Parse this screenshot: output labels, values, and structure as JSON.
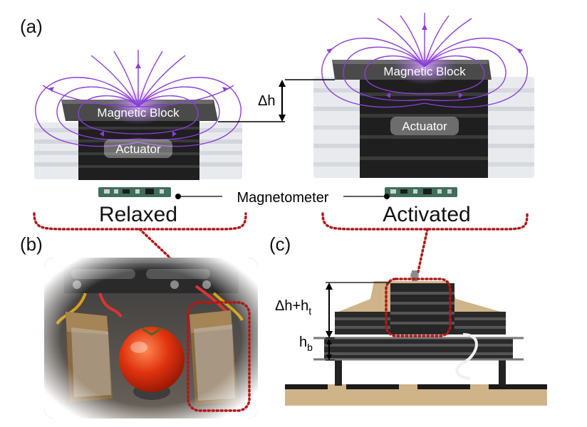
{
  "labels": {
    "panel_a": "(a)",
    "panel_b": "(b)",
    "panel_c": "(c)",
    "magnetic_block": "Magnetic Block",
    "actuator": "Actuator",
    "delta_h": "Δh",
    "magnetometer": "Magnetometer",
    "relaxed": "Relaxed",
    "activated": "Activated",
    "dh_plus_ht_main": "Δh+h",
    "dh_plus_ht_sub": "t",
    "hb_main": "h",
    "hb_sub": "b"
  },
  "colors": {
    "field_line": "#8a3fd6",
    "dotted_link": "#b01818",
    "block": "#4a4a4a",
    "actuator_dark": "#1c1c1c",
    "film": "#e6e8ec",
    "pcb": "#3e6f5a",
    "tomato": "#e0330f",
    "wood": "#cfb48a"
  }
}
